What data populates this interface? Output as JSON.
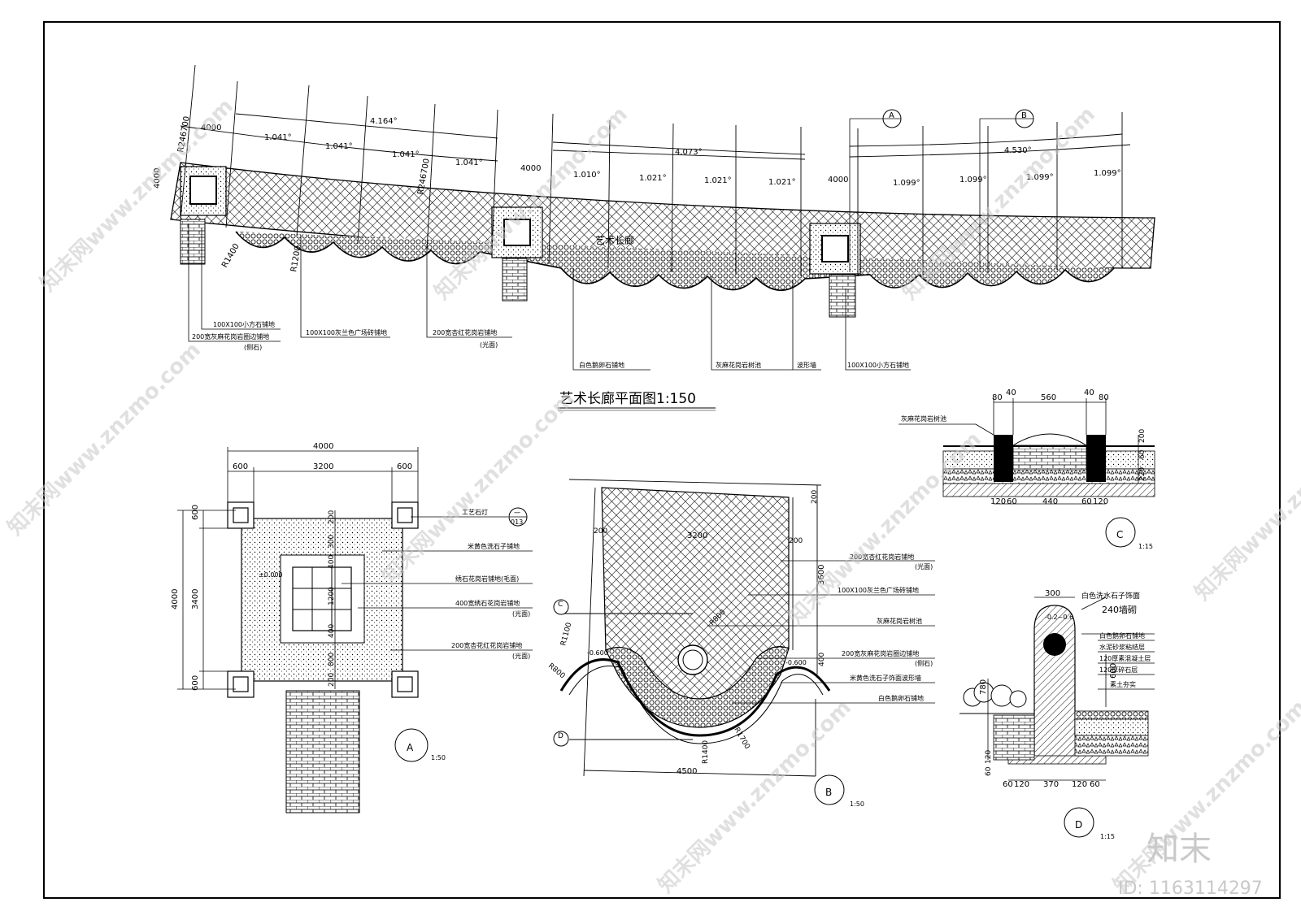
{
  "title": "艺术长廊平面图1:150",
  "plan": {
    "spans": [
      "4000",
      "4.164°",
      "4000",
      "4.073°",
      "4000",
      "4.530°"
    ],
    "segments_1": [
      "1.041°",
      "1.041°",
      "1.041°",
      "1.041°"
    ],
    "segments_2": [
      "1.010°",
      "1.021°",
      "1.021°",
      "1.021°"
    ],
    "segments_3": [
      "1.099°",
      "1.099°",
      "1.099°",
      "1.099°"
    ],
    "radius_outer": "R246700",
    "radius_inner": "R246700",
    "height_4000": "4000",
    "r1400": "R1400",
    "r1200": "R1200",
    "center_label": "艺术长廊",
    "callouts": [
      "100X100小方石铺地",
      "200宽灰麻花岗岩圈边铺地",
      "(侧石)",
      "100X100灰兰色广场砖铺地",
      "200宽杏红花岗岩铺地",
      "(光面)",
      "白色鹅卵石铺地",
      "灰麻花岗岩树池",
      "波形墙",
      "100X100小方石铺地"
    ],
    "marker_a": "A",
    "marker_b": "B"
  },
  "detail_a": {
    "label": "A",
    "scale": "1:50",
    "dims": [
      "4000",
      "600",
      "3200",
      "600",
      "600",
      "3400",
      "600",
      "4000",
      "200",
      "300",
      "400",
      "1200",
      "400",
      "800",
      "200",
      "±0.000"
    ],
    "callouts": [
      "工艺石灯",
      "米黄色洗石子铺地",
      "绣石花岗岩铺地(毛面)",
      "400宽绣石花岗岩铺地",
      "(光面)",
      "200宽杏花红花岗岩铺地",
      "(光面)"
    ],
    "ref_top": "一",
    "ref_bottom": "013"
  },
  "detail_b": {
    "label": "B",
    "scale": "1:50",
    "dims": [
      "200",
      "3200",
      "200",
      "3600",
      "4500",
      "200",
      "400",
      "R800",
      "R1100",
      "R800",
      "R1400",
      "R1700",
      "-0.600",
      "-0.600"
    ],
    "callouts": [
      "200宽杏红花岗岩铺地",
      "(光面)",
      "100X100灰兰色广场砖铺地",
      "灰麻花岗岩树池",
      "200宽灰麻花岗岩圈边铺地",
      "(侧石)",
      "米黄色洗石子饰面波形墙",
      "白色鹅卵石铺地"
    ],
    "marker_c": "C",
    "marker_d": "D"
  },
  "detail_c": {
    "label": "C",
    "scale": "1:15",
    "top_dims": [
      "80",
      "40",
      "560",
      "40",
      "80"
    ],
    "bottom_dims": [
      "120",
      "60",
      "440",
      "60",
      "120"
    ],
    "side_dims": [
      "200",
      "60",
      "220"
    ],
    "callout": "灰麻花岗岩树池"
  },
  "detail_d": {
    "label": "D",
    "scale": "1:15",
    "dims": [
      "300",
      "600",
      "780",
      "120",
      "60",
      "60",
      "120",
      "370",
      "120",
      "60"
    ],
    "level": "-0.2~0.6",
    "callouts": [
      "白色洗水石子饰面",
      "240墙砌",
      "白色鹅卵石铺地",
      "水泥砂浆粘结层",
      "120厚素混凝土层",
      "120厚碎石层",
      "素土夯实"
    ]
  },
  "watermarks": [
    "知末网www.znzmo.com"
  ],
  "brand": "知末",
  "id_text": "ID: 1163114297"
}
